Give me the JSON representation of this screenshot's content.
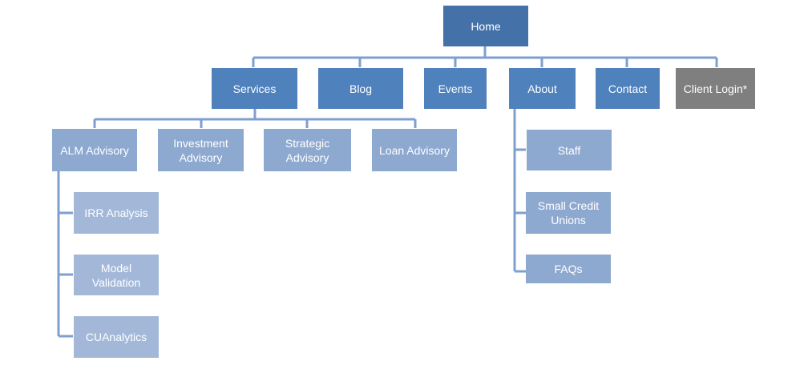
{
  "colors": {
    "root": "#4472a8",
    "primary": "#4f81bd",
    "secondary": "#8ea9d0",
    "tertiary": "#a3b8d9",
    "restricted": "#7f7f7f",
    "connector": "#7f9fcf"
  },
  "sitemap": {
    "home": "Home",
    "top_nav": [
      "Services",
      "Blog",
      "Events",
      "About",
      "Contact",
      "Client Login*"
    ],
    "services": [
      "ALM Advisory",
      "Investment Advisory",
      "Strategic Advisory",
      "Loan Advisory"
    ],
    "alm_advisory": [
      "IRR Analysis",
      "Model Validation",
      "CUAnalytics"
    ],
    "about": [
      "Staff",
      "Small Credit Unions",
      "FAQs"
    ]
  }
}
